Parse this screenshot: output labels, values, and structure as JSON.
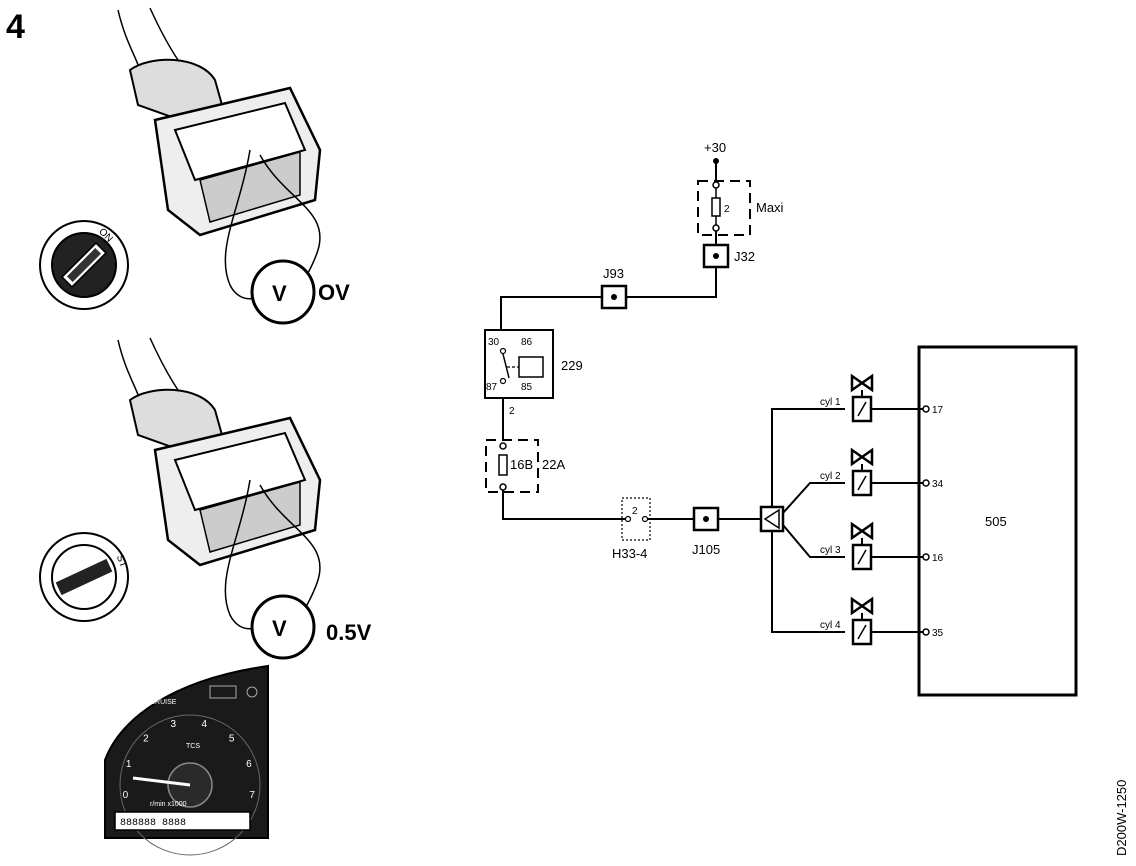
{
  "step_number": "4",
  "left_panel": {
    "switch_top_label": "ON",
    "switch_bottom_label": "ST",
    "meter_symbol": "V",
    "reading_top": "OV",
    "reading_bottom": "0.5V",
    "cluster": {
      "ticks": [
        "0",
        "1",
        "2",
        "3",
        "4",
        "5",
        "6",
        "7"
      ],
      "unit_label": "r/min x1000",
      "cruise_label": "CRUISE",
      "tcs_label": "TCS",
      "odometer": "888888 8888"
    }
  },
  "schematic": {
    "supply": "+30",
    "maxi_fuse": {
      "number": "2",
      "label": "Maxi"
    },
    "junctions": {
      "j32": "J32",
      "j93": "J93",
      "j105": "J105"
    },
    "relay": {
      "id": "229",
      "pin_30": "30",
      "pin_86": "86",
      "pin_87": "87",
      "pin_85": "85"
    },
    "relay_out_pin": "2",
    "fuse_22a": {
      "number": "16B",
      "label": "22A"
    },
    "connector": {
      "pin": "2",
      "label": "H33-4"
    },
    "ecu": {
      "label": "505"
    },
    "injectors": [
      {
        "name": "cyl 1",
        "pin": "17"
      },
      {
        "name": "cyl 2",
        "pin": "34"
      },
      {
        "name": "cyl 3",
        "pin": "16"
      },
      {
        "name": "cyl 4",
        "pin": "35"
      }
    ]
  },
  "doc_code": "D200W-1250"
}
